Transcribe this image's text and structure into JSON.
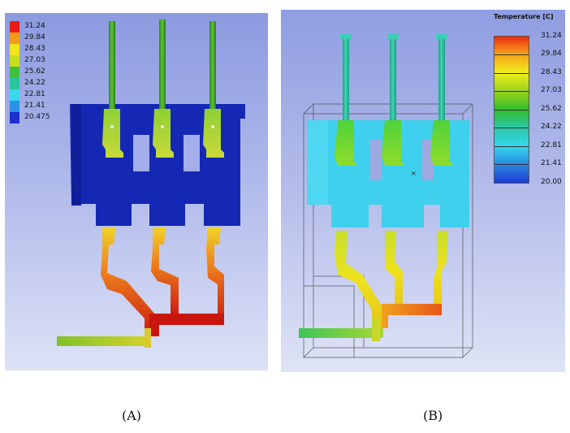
{
  "captions": {
    "a": "(A)",
    "b": "(B)"
  },
  "legend_a": {
    "values": [
      "31.24",
      "29.84",
      "28.43",
      "27.03",
      "25.62",
      "24.22",
      "22.81",
      "21.41",
      "20.475"
    ],
    "colors": [
      "#e81c10",
      "#f39a16",
      "#f2e41a",
      "#c9de1a",
      "#3cc23a",
      "#28c49a",
      "#38d8ee",
      "#2b93e6",
      "#1e2fcf"
    ]
  },
  "legend_b": {
    "title": "Temperature [C]",
    "values": [
      "31.24",
      "29.84",
      "28.43",
      "27.03",
      "25.62",
      "24.22",
      "22.81",
      "21.41",
      "20.00"
    ]
  }
}
